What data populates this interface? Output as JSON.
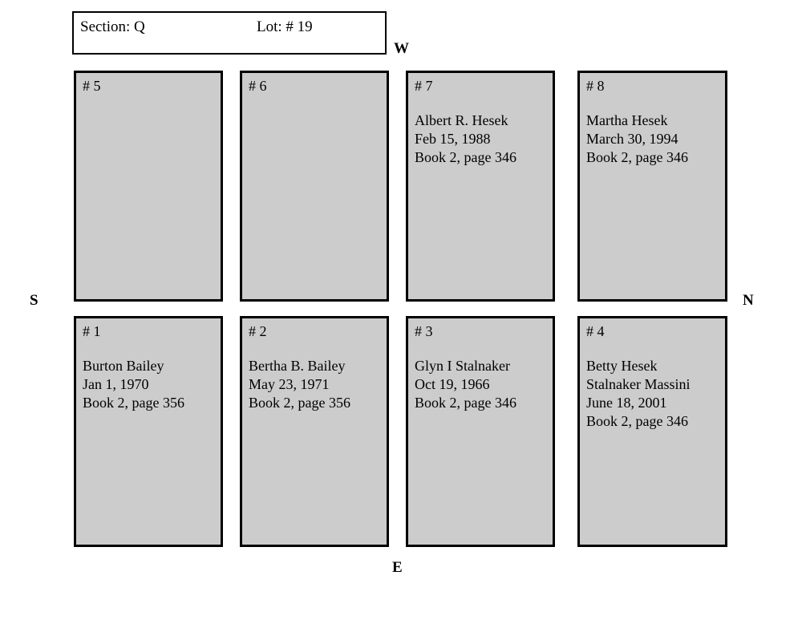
{
  "header": {
    "section_label": "Section: Q",
    "lot_label": "Lot: # 19"
  },
  "compass": {
    "west": "W",
    "north": "N",
    "south": "S",
    "east": "E"
  },
  "plots": [
    {
      "number": "# 5",
      "lines": []
    },
    {
      "number": "# 6",
      "lines": []
    },
    {
      "number": "# 7",
      "lines": [
        "Albert R. Hesek",
        "Feb 15, 1988",
        "Book 2, page 346"
      ]
    },
    {
      "number": "# 8",
      "lines": [
        "Martha Hesek",
        "March 30, 1994",
        "Book 2, page 346"
      ]
    },
    {
      "number": "# 1",
      "lines": [
        "Burton Bailey",
        "Jan 1, 1970",
        "Book 2, page 356"
      ]
    },
    {
      "number": "# 2",
      "lines": [
        "Bertha B. Bailey",
        "May 23, 1971",
        "Book 2, page 356"
      ]
    },
    {
      "number": "# 3",
      "lines": [
        "Glyn I Stalnaker",
        "Oct 19, 1966",
        "Book 2, page 346"
      ]
    },
    {
      "number": "# 4",
      "lines": [
        "Betty Hesek",
        "Stalnaker Massini",
        "June 18, 2001",
        "Book 2, page 346"
      ]
    }
  ],
  "colors": {
    "plot_fill": "#cccccc",
    "plot_border": "#000000",
    "page_background": "#ffffff"
  }
}
